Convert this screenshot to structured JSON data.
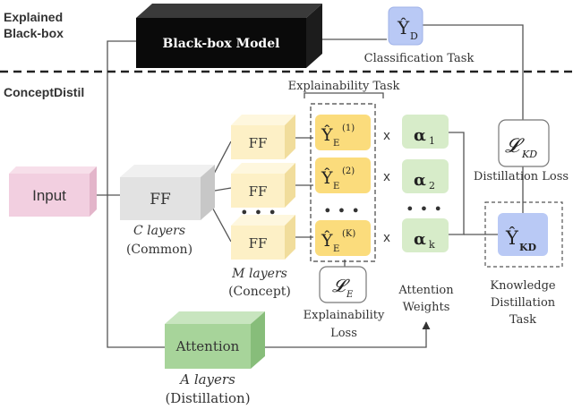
{
  "sections": {
    "explained_line1": "Explained",
    "explained_line2": "Black-box",
    "concept": "ConceptDistil"
  },
  "blackbox": {
    "label": "Black-box Model"
  },
  "yd": {
    "hat": "Ŷ",
    "sub": "D",
    "caption": "Classification Task"
  },
  "input": {
    "label": "Input"
  },
  "common": {
    "label": "FF",
    "layers": "C layers",
    "note": "(Common)"
  },
  "concept": {
    "ff_labels": [
      "FF",
      "FF",
      "FF"
    ],
    "layers": "M layers",
    "note": "(Concept)"
  },
  "explainability": {
    "task": "Explainability Task",
    "hat": "Ŷ",
    "sub": "E",
    "sups": [
      "(1)",
      "(2)",
      "(K)"
    ],
    "loss_symbol": "𝓛",
    "loss_sub": "E",
    "loss_line1": "Explainability",
    "loss_line2": "Loss"
  },
  "attention_weights": {
    "times": [
      "x",
      "x",
      "x"
    ],
    "symbol": "α",
    "subs": [
      "1",
      "2",
      "k"
    ],
    "line1": "Attention",
    "line2": "Weights"
  },
  "dots": "● ● ●",
  "distillation_loss": {
    "symbol": "𝓛",
    "sub": "KD",
    "caption": "Distillation Loss"
  },
  "ykd": {
    "hat": "Ŷ",
    "sub": "KD",
    "line1": "Knowledge",
    "line2": "Distillation",
    "line3": "Task"
  },
  "attention_box": {
    "label": "Attention",
    "layers": "A layers",
    "note": "(Distillation)"
  },
  "colors": {
    "blackbox": "#0a0a0a",
    "input": "#f2cfe0",
    "common": "#e2e2e2",
    "ff_concept": "#fdf0c6",
    "explain": "#fbdc7c",
    "alpha": "#d7ecc9",
    "attention": "#a7d49a",
    "kd": "#b9c9f5"
  }
}
